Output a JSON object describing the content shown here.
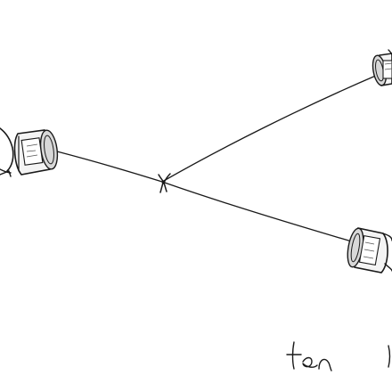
{
  "scene": {
    "background": "#ffffff",
    "ink": "#1a1a1a",
    "objects": [
      "tin-can-left",
      "tin-can-top-right",
      "tin-can-bottom-right",
      "string",
      "knot",
      "signature"
    ]
  }
}
